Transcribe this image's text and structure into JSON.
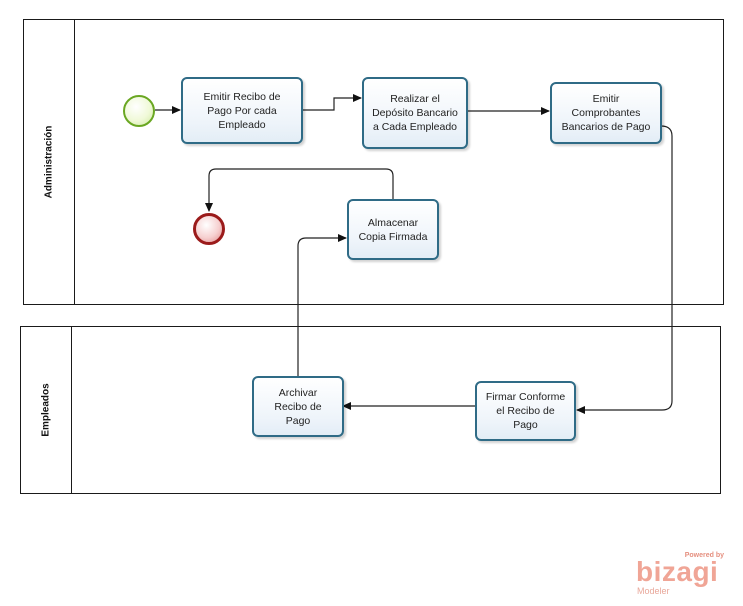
{
  "pools": [
    {
      "id": "admin",
      "label": "Administración"
    },
    {
      "id": "employees",
      "label": "Empleados"
    }
  ],
  "tasks": {
    "emitir_recibo": "Emitir Recibo de\nPago Por cada\nEmpleado",
    "realizar_deposito": "Realizar el\nDepósito Bancario\na Cada Empleado",
    "emitir_comprobantes": "Emitir\nComprobantes\nBancarios de Pago",
    "almacenar_copia": "Almacenar\nCopia Firmada",
    "archivar_recibo": "Archivar\nRecibo de\nPago",
    "firmar_conforme": "Firmar Conforme\nel Recibo de\nPago"
  },
  "branding": {
    "powered_by": "Powered by",
    "name": "bizagi",
    "product": "Modeler"
  }
}
